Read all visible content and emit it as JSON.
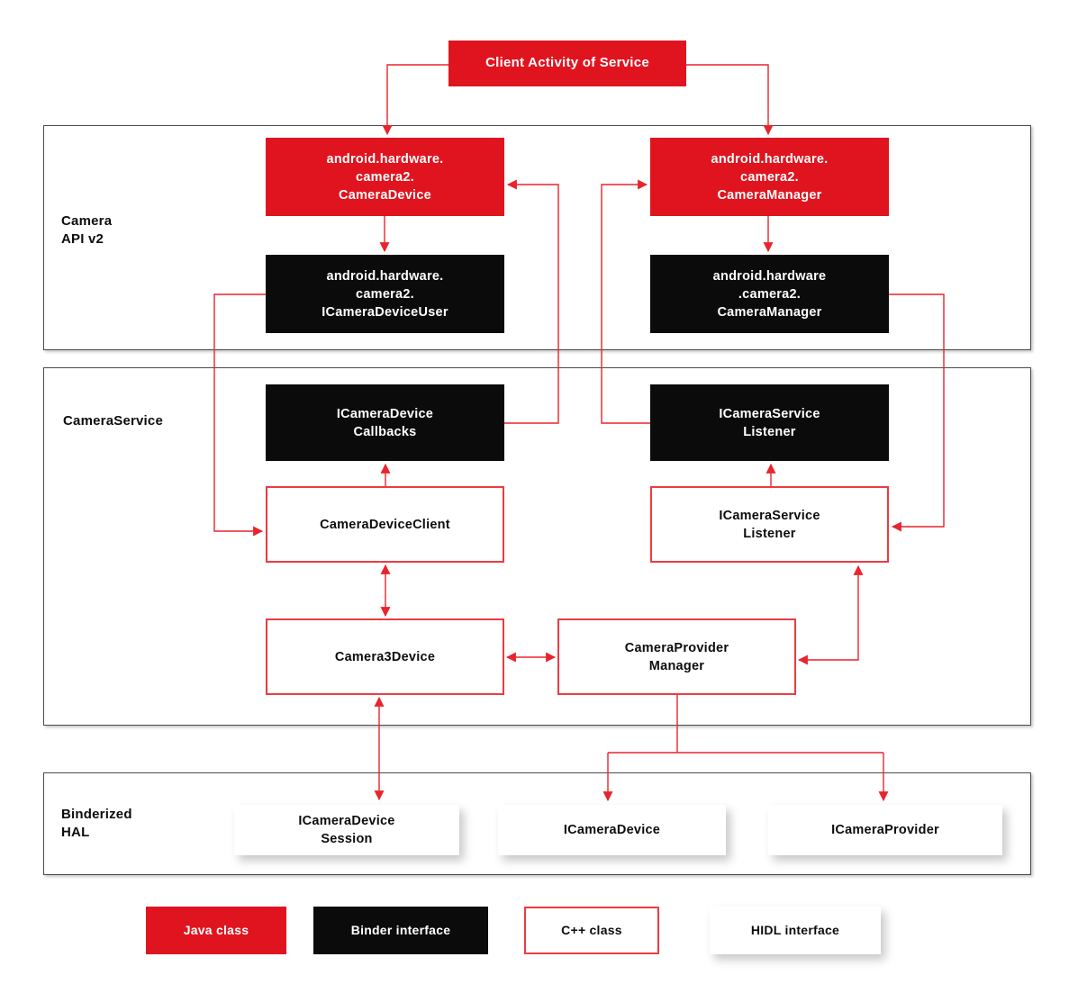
{
  "client_box": {
    "label": "Client Activity of Service"
  },
  "sections": {
    "camera_api": {
      "label": "Camera\nAPI v2"
    },
    "camera_service": {
      "label": "CameraService"
    },
    "binderized_hal": {
      "label": "Binderized\nHAL"
    }
  },
  "nodes": {
    "camera_device": {
      "label": "android.hardware.\ncamera2.\nCameraDevice",
      "type": "java-class"
    },
    "camera_manager_api": {
      "label": "android.hardware.\ncamera2.\nCameraManager",
      "type": "java-class"
    },
    "icamera_device_user": {
      "label": "android.hardware.\ncamera2.\nICameraDeviceUser",
      "type": "binder-interface"
    },
    "camera_manager_binder": {
      "label": "android.hardware\n.camera2.\nCameraManager",
      "type": "binder-interface"
    },
    "icamera_device_callbacks": {
      "label": "ICameraDevice\nCallbacks",
      "type": "binder-interface"
    },
    "icamera_service_listener_binder": {
      "label": "ICameraService\nListener",
      "type": "binder-interface"
    },
    "camera_device_client": {
      "label": "CameraDeviceClient",
      "type": "cpp-class"
    },
    "icamera_service_listener_cpp": {
      "label": "ICameraService\nListener",
      "type": "cpp-class"
    },
    "camera3_device": {
      "label": "Camera3Device",
      "type": "cpp-class"
    },
    "camera_provider_manager": {
      "label": "CameraProvider\nManager",
      "type": "cpp-class"
    },
    "icamera_device_session": {
      "label": "ICameraDevice\nSession",
      "type": "hidl-interface"
    },
    "icamera_device": {
      "label": "ICameraDevice",
      "type": "hidl-interface"
    },
    "icamera_provider": {
      "label": "ICameraProvider",
      "type": "hidl-interface"
    }
  },
  "legend": {
    "items": [
      {
        "label": "Java class",
        "type": "java-class"
      },
      {
        "label": "Binder interface",
        "type": "binder-interface"
      },
      {
        "label": "C++ class",
        "type": "cpp-class"
      },
      {
        "label": "HIDL interface",
        "type": "hidl-interface"
      }
    ]
  },
  "edges": [
    {
      "from": "Client Activity of Service",
      "to": "android.hardware.camera2.CameraDevice",
      "style": "one-way"
    },
    {
      "from": "Client Activity of Service",
      "to": "android.hardware.camera2.CameraManager",
      "style": "one-way"
    },
    {
      "from": "android.hardware.camera2.CameraDevice",
      "to": "android.hardware.camera2.ICameraDeviceUser",
      "style": "one-way"
    },
    {
      "from": "android.hardware.camera2.CameraManager (java)",
      "to": "android.hardware.camera2.CameraManager (binder)",
      "style": "one-way"
    },
    {
      "from": "ICameraDeviceCallbacks",
      "to": "android.hardware.camera2.CameraDevice",
      "style": "one-way"
    },
    {
      "from": "ICameraServiceListener (binder)",
      "to": "android.hardware.camera2.CameraManager (java)",
      "style": "one-way"
    },
    {
      "from": "android.hardware.camera2.CameraManager (binder)",
      "to": "ICameraServiceListener (c++)",
      "style": "one-way"
    },
    {
      "from": "android.hardware.camera2.ICameraDeviceUser",
      "to": "CameraDeviceClient",
      "style": "one-way"
    },
    {
      "from": "CameraDeviceClient",
      "to": "ICameraDeviceCallbacks",
      "style": "one-way"
    },
    {
      "from": "ICameraServiceListener (c++)",
      "to": "ICameraServiceListener (binder)",
      "style": "one-way"
    },
    {
      "from": "CameraDeviceClient",
      "to": "Camera3Device",
      "style": "two-way"
    },
    {
      "from": "Camera3Device",
      "to": "CameraProviderManager",
      "style": "two-way"
    },
    {
      "from": "Camera3Device",
      "to": "ICameraDeviceSession",
      "style": "two-way"
    },
    {
      "from": "CameraProviderManager",
      "to": "ICameraServiceListener (c++)",
      "style": "two-way"
    },
    {
      "from": "CameraProviderManager",
      "to": "ICameraDevice",
      "style": "one-way"
    },
    {
      "from": "CameraProviderManager",
      "to": "ICameraProvider",
      "style": "one-way"
    }
  ],
  "colors": {
    "java_class_red": "#e0141f",
    "binder_black": "#0b0b0c",
    "cpp_border_red": "#ec3b42",
    "arrow_red": "#e8242c",
    "section_border_gray": "#4b4b4d",
    "text_dark": "#0d0d0d",
    "text_light": "#ffffff"
  }
}
